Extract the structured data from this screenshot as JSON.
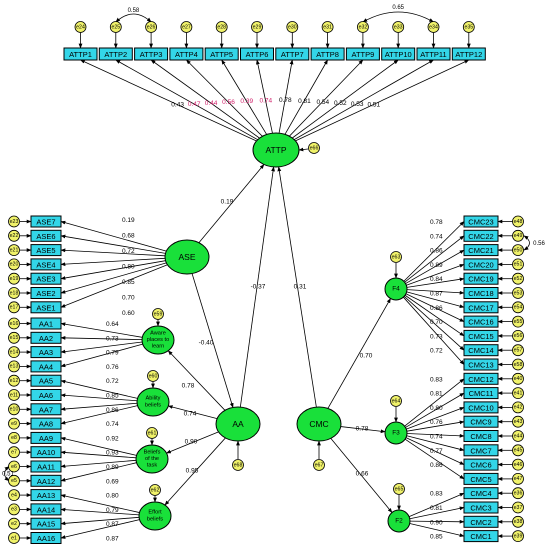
{
  "attp": {
    "latent": "ATTP",
    "error": "e66",
    "items": [
      "ATTP1",
      "ATTP2",
      "ATTP3",
      "ATTP4",
      "ATTP5",
      "ATTP6",
      "ATTP7",
      "ATTP8",
      "ATTP9",
      "ATTP10",
      "ATTP11",
      "ATTP12"
    ],
    "errors": [
      "e24",
      "e25",
      "e26",
      "e27",
      "e28",
      "e29",
      "e30",
      "e31",
      "e32",
      "e33",
      "e34",
      "e35"
    ],
    "loadings": [
      "0.43",
      "0.47",
      "0.44",
      "0.56",
      "0.39",
      "0.74",
      "0.78",
      "0.81",
      "0.54",
      "0.52",
      "0.53",
      "0.51"
    ],
    "cov_labels": [
      "0.58",
      "0.65"
    ]
  },
  "ase": {
    "latent": "ASE",
    "items": [
      "ASE7",
      "ASE6",
      "ASE5",
      "ASE4",
      "ASE3",
      "ASE2",
      "ASE1"
    ],
    "errors": [
      "e23",
      "e22",
      "e21",
      "e20",
      "e19",
      "e18",
      "e17"
    ],
    "loadings": [
      "0.19",
      "0.68",
      "0.72",
      "0.80",
      "0.85",
      "0.70",
      "0.60"
    ]
  },
  "aa": {
    "latent": "AA",
    "error": "e68",
    "items": [
      "AA1",
      "AA2",
      "AA3",
      "AA4",
      "AA5",
      "AA6",
      "AA7",
      "AA8",
      "AA9",
      "AA10",
      "AA11",
      "AA12",
      "AA13",
      "AA14",
      "AA15",
      "AA16"
    ],
    "errors": [
      "e16",
      "e15",
      "e14",
      "e13",
      "e12",
      "e11",
      "e10",
      "e9",
      "e8",
      "e7",
      "e6",
      "e5",
      "e4",
      "e3",
      "e2",
      "e1"
    ],
    "loadings": [
      "0.64",
      "0.73",
      "0.79",
      "0.76",
      "0.72",
      "0.85",
      "0.86",
      "0.74",
      "0.92",
      "0.93",
      "0.89",
      "0.69",
      "0.80",
      "0.79",
      "0.87",
      "0.87"
    ],
    "cov_label": "0.51",
    "subfactors": [
      {
        "lines": [
          "Aware",
          "places to",
          "learn"
        ],
        "error": "e59",
        "path": "0.78"
      },
      {
        "lines": [
          "Ability",
          "beliefs"
        ],
        "error": "e60",
        "path": "0.74"
      },
      {
        "lines": [
          "Beliefs",
          "of the",
          "task"
        ],
        "error": "e61",
        "path": "0.90"
      },
      {
        "lines": [
          "Effort",
          "beliefs"
        ],
        "error": "e62",
        "path": "0.95"
      }
    ]
  },
  "cmc": {
    "latent": "CMC",
    "error": "e67",
    "items": [
      "CMC23",
      "CMC22",
      "CMC21",
      "CMC20",
      "CMC19",
      "CMC18",
      "CMC17",
      "CMC16",
      "CMC15",
      "CMC14",
      "CMC13",
      "CMC12",
      "CMC11",
      "CMC10",
      "CMC9",
      "CMC8",
      "CMC7",
      "CMC6",
      "CMC5",
      "CMC4",
      "CMC3",
      "CMC2",
      "CMC1"
    ],
    "errors": [
      "e48",
      "e49",
      "e50",
      "e51",
      "e52",
      "e53",
      "e54",
      "e55",
      "e56",
      "e57",
      "e58",
      "e40",
      "e41",
      "e42",
      "e43",
      "e44",
      "e45",
      "e46",
      "e47",
      "e36",
      "e37",
      "e38",
      "e39"
    ],
    "loadings": [
      "0.78",
      "0.74",
      "0.86",
      "0.89",
      "0.84",
      "0.87",
      "0.86",
      "0.70",
      "0.73",
      "0.72",
      "",
      "0.83",
      "0.81",
      "0.80",
      "0.76",
      "0.74",
      "0.77",
      "0.86",
      "",
      "0.83",
      "0.81",
      "0.90",
      "0.85"
    ],
    "cov_label": "0.56",
    "subfactors": [
      {
        "name": "F4",
        "error": "e63",
        "path": "0.70"
      },
      {
        "name": "F3",
        "error": "e64",
        "path": "0.78"
      },
      {
        "name": "F2",
        "error": "e65",
        "path": "0.66"
      }
    ]
  },
  "structural": {
    "ase_attp": "0.19",
    "ase_aa": "-0.40",
    "aa_attp": "-0.37",
    "cmc_attp": "0.31"
  }
}
